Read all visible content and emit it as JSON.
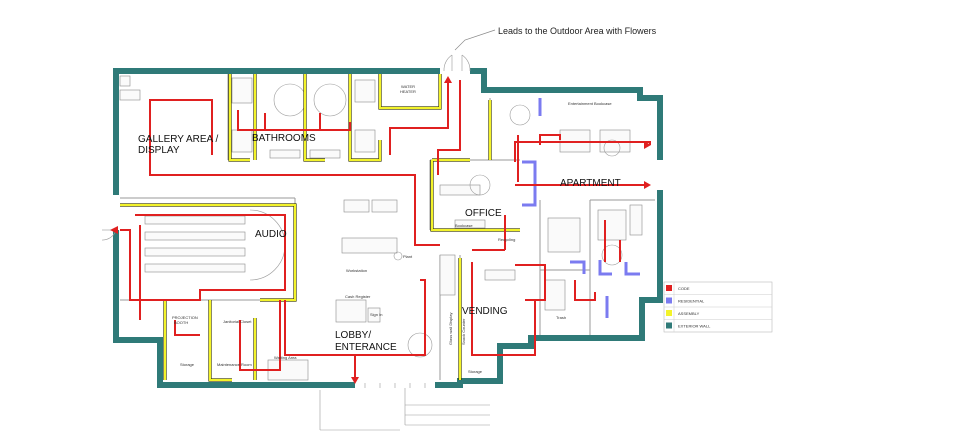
{
  "colors": {
    "code": "#e02020",
    "residential": "#7b7bf0",
    "assembly": "#f3f32a",
    "exterior_wall": "#2f7a78",
    "interior_wall": "#9a9a9a"
  },
  "annotation": {
    "outdoor_note": "Leads to the Outdoor Area with Flowers"
  },
  "rooms": {
    "gallery": "GALLERY AREA /",
    "gallery_line2": "DISPLAY",
    "bathrooms": "BATHROOMS",
    "apartment": "APARTMENT",
    "office": "OFFICE",
    "audio": "AUDIO",
    "vending": "VENDING",
    "lobby": "LOBBY/",
    "lobby_line2": "ENTERANCE"
  },
  "small_labels": {
    "water_heater_1": "WATER",
    "water_heater_2": "HEATER",
    "entertainment_bookcase": "Entertainment Bookcase",
    "bookcase": "Bookcase",
    "recycling": "Recycling",
    "workstation": "Workstation",
    "plant": "Plant",
    "cash_register": "Cash Register",
    "sign_in": "Sign In",
    "projection_booth_1": "PROJECTION",
    "projection_booth_2": "BOOTH",
    "janitorial_closet": "Janitorial Closet",
    "storage_left": "Storage",
    "maintenance_room": "Maintenance Room",
    "waiting_area": "Waiting Area",
    "glass_display": "Glass wall Display",
    "snack_counter": "Snack Counter",
    "storage_right": "Storage",
    "trash": "Trash"
  },
  "legend": {
    "items": [
      {
        "label": "CODE",
        "color": "#e02020"
      },
      {
        "label": "RESIDENTIAL",
        "color": "#7b7bf0"
      },
      {
        "label": "ASSEMBLY",
        "color": "#f3f32a"
      },
      {
        "label": "EXTERIOR WALL",
        "color": "#2f7a78"
      }
    ]
  }
}
